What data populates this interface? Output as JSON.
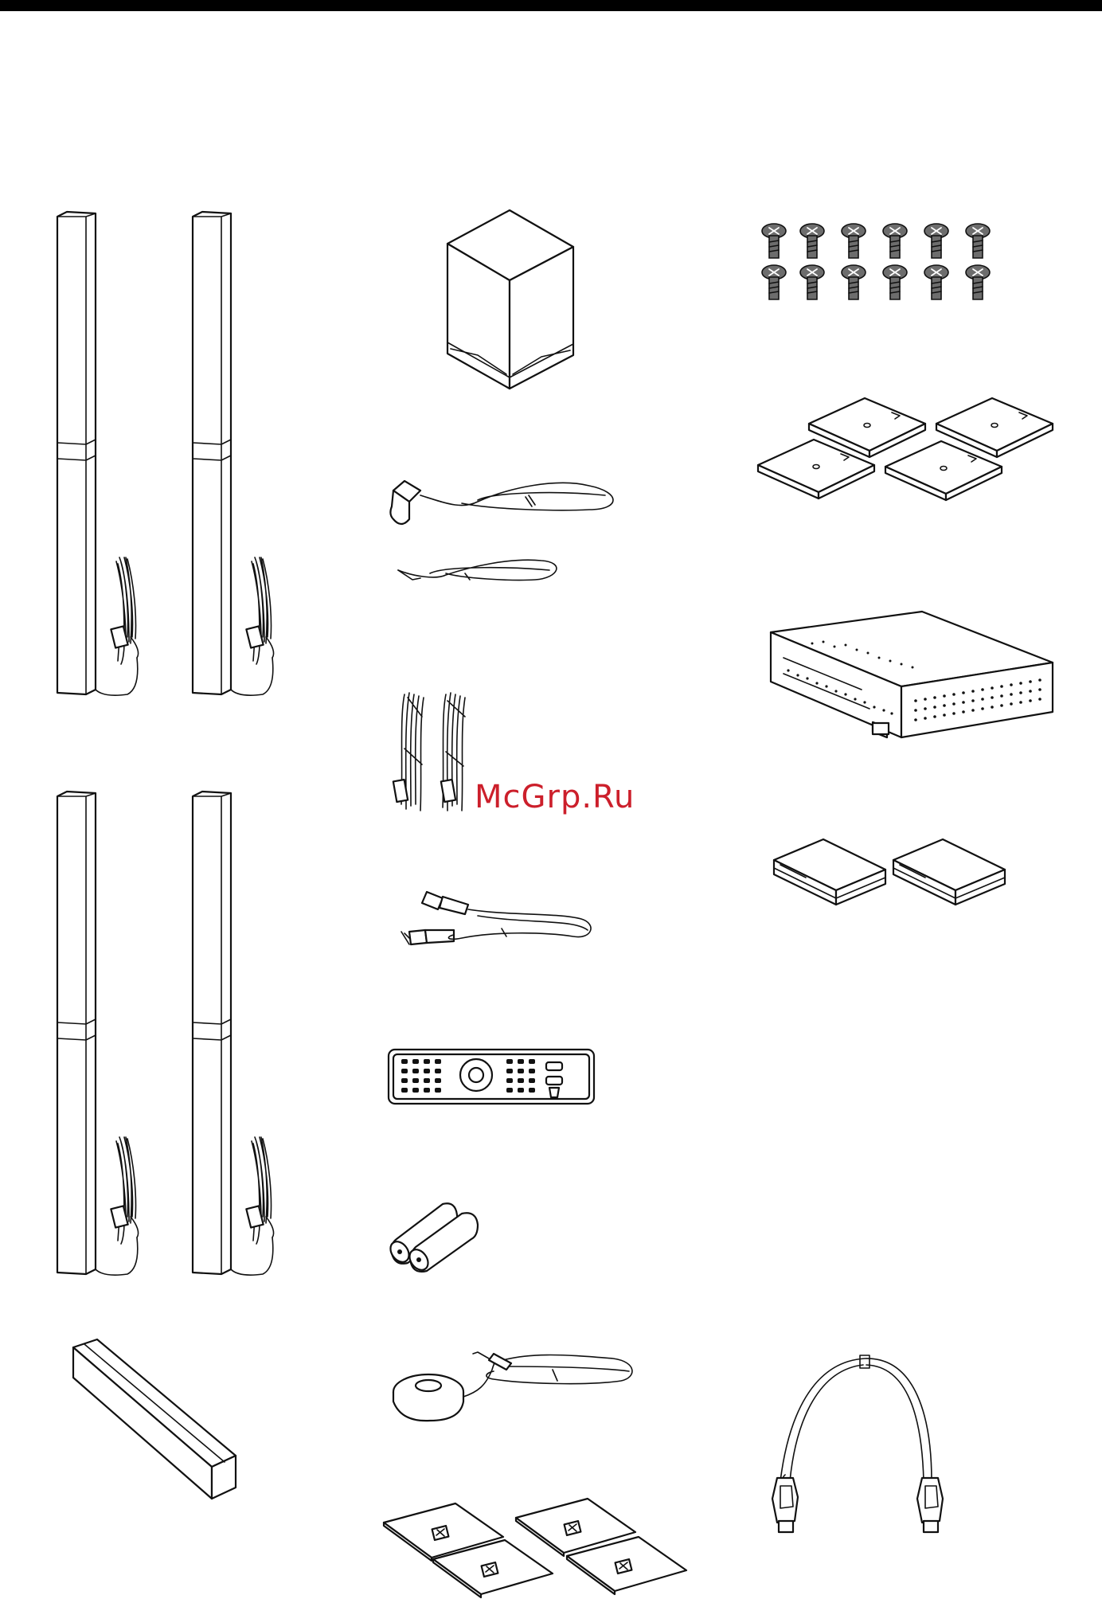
{
  "page": {
    "watermark": {
      "text": "McGrp.Ru",
      "color": "#cc1f2b"
    },
    "rule_color": "#000000",
    "items": [
      {
        "name": "front-tall-speakers",
        "icon": "tall-speaker-pair-icon",
        "count": 2
      },
      {
        "name": "rear-tall-speakers",
        "icon": "tall-speaker-pair-icon",
        "count": 2
      },
      {
        "name": "center-speaker",
        "icon": "center-speaker-icon",
        "count": 1
      },
      {
        "name": "subwoofer",
        "icon": "subwoofer-icon",
        "count": 1
      },
      {
        "name": "fm-wire-antenna",
        "icon": "fm-antenna-icon",
        "count": 1
      },
      {
        "name": "speaker-cords",
        "icon": "speaker-cord-icon",
        "count": 2
      },
      {
        "name": "video-cord",
        "icon": "rca-cord-icon",
        "count": 1
      },
      {
        "name": "remote-commander",
        "icon": "remote-control-icon",
        "count": 1
      },
      {
        "name": "r6-batteries",
        "icon": "battery-icon",
        "count": 2
      },
      {
        "name": "calibration-microphone",
        "icon": "microphone-icon",
        "count": 1
      },
      {
        "name": "foot-pads",
        "icon": "foot-pad-icon",
        "count": 4
      },
      {
        "name": "screws",
        "icon": "screw-icon",
        "count": 12
      },
      {
        "name": "base-plates",
        "icon": "base-plate-icon",
        "count": 4
      },
      {
        "name": "surround-amplifier",
        "icon": "amplifier-icon",
        "count": 1
      },
      {
        "name": "wireless-transceivers",
        "icon": "transceiver-icon",
        "count": 2
      },
      {
        "name": "hdmi-cable",
        "icon": "hdmi-cable-icon",
        "count": 1
      }
    ]
  }
}
